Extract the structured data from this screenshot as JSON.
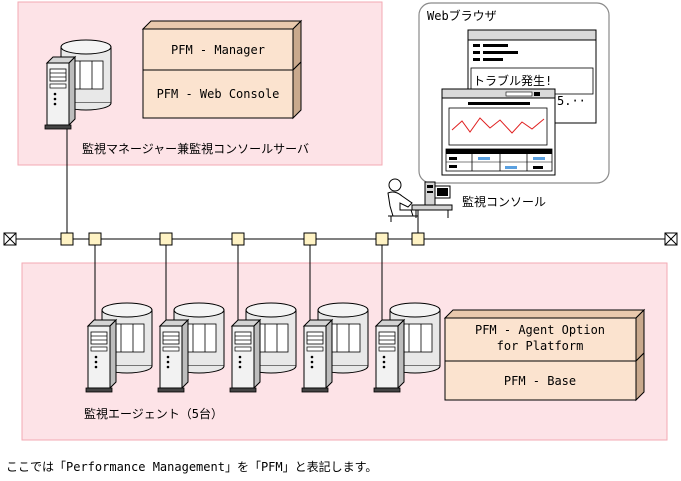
{
  "manager_server": {
    "box1": "PFM - Manager",
    "box2": "PFM - Web Console",
    "label": "監視マネージャー兼監視コンソールサーバ"
  },
  "browser": {
    "title": "Webブラウザ",
    "alert": "トラブル発生!",
    "alert_tail": "5.··"
  },
  "console": {
    "label": "監視コンソール"
  },
  "agents": {
    "box1_line1": "PFM - Agent Option",
    "box1_line2": "for Platform",
    "box2": "PFM - Base",
    "label": "監視エージェント（5台）"
  },
  "note": "ここでは「Performance Management」を「PFM」と表記します。",
  "colors": {
    "zone": "#fde3e7",
    "zone_border": "#f3a9b3",
    "box_face": "#fbe3cf",
    "box_side": "#c9a98d",
    "node": "#fff3c4"
  }
}
